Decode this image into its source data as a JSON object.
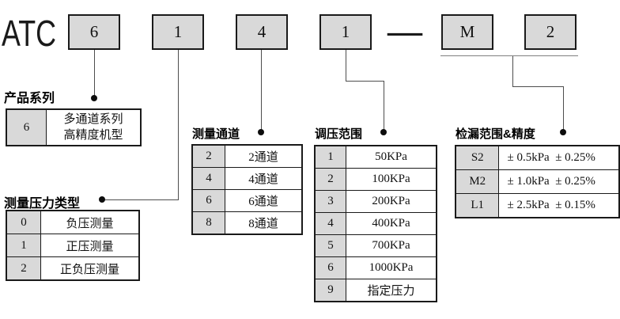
{
  "brand": "ATC",
  "model": {
    "boxes": [
      "6",
      "1",
      "4",
      "1",
      "M",
      "2"
    ],
    "separator": "—"
  },
  "sections": {
    "series": {
      "title": "产品系列",
      "rows": [
        {
          "code": "6",
          "value": "多通道系列\n高精度机型"
        }
      ]
    },
    "pressure_type": {
      "title": "测量压力类型",
      "rows": [
        {
          "code": "0",
          "value": "负压测量"
        },
        {
          "code": "1",
          "value": "正压测量"
        },
        {
          "code": "2",
          "value": "正负压测量"
        }
      ]
    },
    "channels": {
      "title": "测量通道",
      "rows": [
        {
          "code": "2",
          "value": "2通道"
        },
        {
          "code": "4",
          "value": "4通道"
        },
        {
          "code": "6",
          "value": "6通道"
        },
        {
          "code": "8",
          "value": "8通道"
        }
      ]
    },
    "regulation_range": {
      "title": "调压范围",
      "rows": [
        {
          "code": "1",
          "value": "50KPa"
        },
        {
          "code": "2",
          "value": "100KPa"
        },
        {
          "code": "3",
          "value": "200KPa"
        },
        {
          "code": "4",
          "value": "400KPa"
        },
        {
          "code": "5",
          "value": "700KPa"
        },
        {
          "code": "6",
          "value": "1000KPa"
        },
        {
          "code": "9",
          "value": "指定压力"
        }
      ]
    },
    "leak_range": {
      "title": "检漏范围&精度",
      "rows": [
        {
          "code": "S2",
          "value": "± 0.5kPa  ± 0.25%"
        },
        {
          "code": "M2",
          "value": "± 1.0kPa  ± 0.25%"
        },
        {
          "code": "L1",
          "value": "± 2.5kPa  ± 0.15%"
        }
      ]
    }
  },
  "colors": {
    "box_fill": "#d9d9d9",
    "border": "#1a1a1a",
    "connector": "#4d4d4d"
  }
}
